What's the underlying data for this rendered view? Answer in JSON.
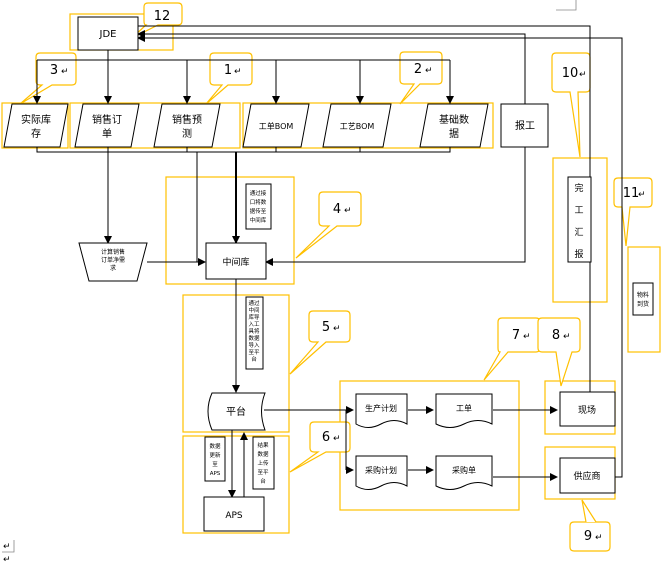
{
  "nodes": {
    "jde": "JDE",
    "inventory_l1": "实际库",
    "inventory_l2": "存",
    "sales_order_l1": "销售订",
    "sales_order_l2": "单",
    "sales_forecast_l1": "销售预",
    "sales_forecast_l2": "测",
    "work_bom": "工单BOM",
    "process_bom": "工艺BOM",
    "base_data_l1": "基础数",
    "base_data_l2": "据",
    "report_work": "报工",
    "calc_demand_l1": "计算销售",
    "calc_demand_l2": "订单净需",
    "calc_demand_l3": "求",
    "intermediate_db": "中间库",
    "platform": "平台",
    "aps": "APS",
    "production_plan": "生产计划",
    "work_order": "工单",
    "purchase_plan": "采购计划",
    "purchase_order": "采购单",
    "shop_floor": "现场",
    "supplier": "供应商",
    "material_arrival": [
      "物料",
      "到货"
    ],
    "report_summary": [
      "完",
      "工",
      "汇",
      "报"
    ],
    "note_interface": [
      "通过接",
      "口将数",
      "据传至",
      "中间库"
    ],
    "note_manual": [
      "通过",
      "中间",
      "库导",
      "入工",
      "具将",
      "数据",
      "导入",
      "至平",
      "台"
    ],
    "note_update": [
      "数据",
      "更新",
      "至",
      "APS"
    ],
    "note_upload": [
      "结果",
      "数据",
      "上传",
      "至平",
      "台"
    ]
  },
  "callouts": {
    "c1": "1",
    "c2": "2",
    "c3": "3",
    "c4": "4",
    "c5": "5",
    "c6": "6",
    "c7": "7",
    "c8": "8",
    "c9": "9",
    "c10": "10",
    "c11": "11",
    "c12": "12"
  },
  "paragraph_mark": "↵",
  "colors": {
    "highlight": "#FFC000",
    "line": "#000000"
  }
}
